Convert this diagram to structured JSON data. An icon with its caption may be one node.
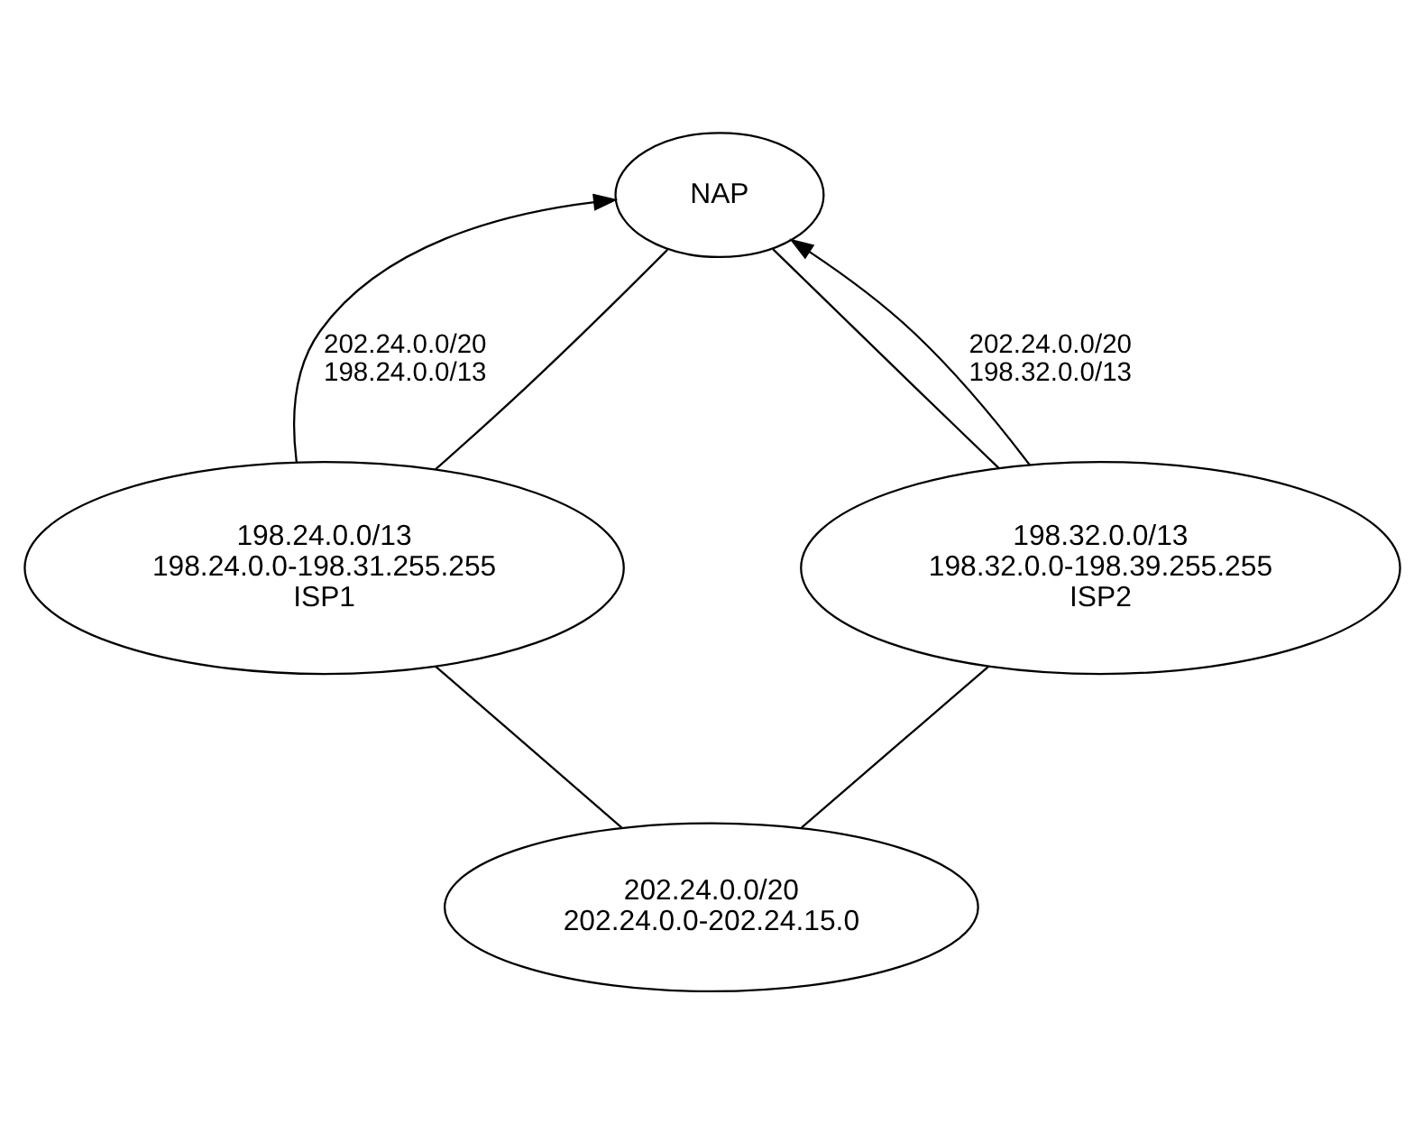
{
  "diagram": {
    "nodes": [
      {
        "text": [
          "NAP"
        ]
      },
      {
        "text": [
          "198.24.0.0/13",
          "198.24.0.0-198.31.255.255",
          "ISP1"
        ]
      },
      {
        "text": [
          "198.32.0.0/13",
          "198.32.0.0-198.39.255.255",
          "ISP2"
        ]
      },
      {
        "text": [
          "202.24.0.0/20",
          "202.24.0.0-202.24.15.0"
        ]
      }
    ],
    "edges": [
      {
        "from": 1,
        "to": 0,
        "arrow": "to",
        "label": "202.24.0.0/20 198.24.0.0/13"
      },
      {
        "from": 1,
        "to": 0,
        "arrow": "none"
      },
      {
        "from": 2,
        "to": 0,
        "arrow": "none"
      },
      {
        "from": 2,
        "to": 0,
        "arrow": "to",
        "label": "202.24.0.0/20 198.32.0.0/13"
      },
      {
        "from": 3,
        "to": 1,
        "arrow": "none"
      },
      {
        "from": 3,
        "to": 2,
        "arrow": "none"
      }
    ]
  }
}
